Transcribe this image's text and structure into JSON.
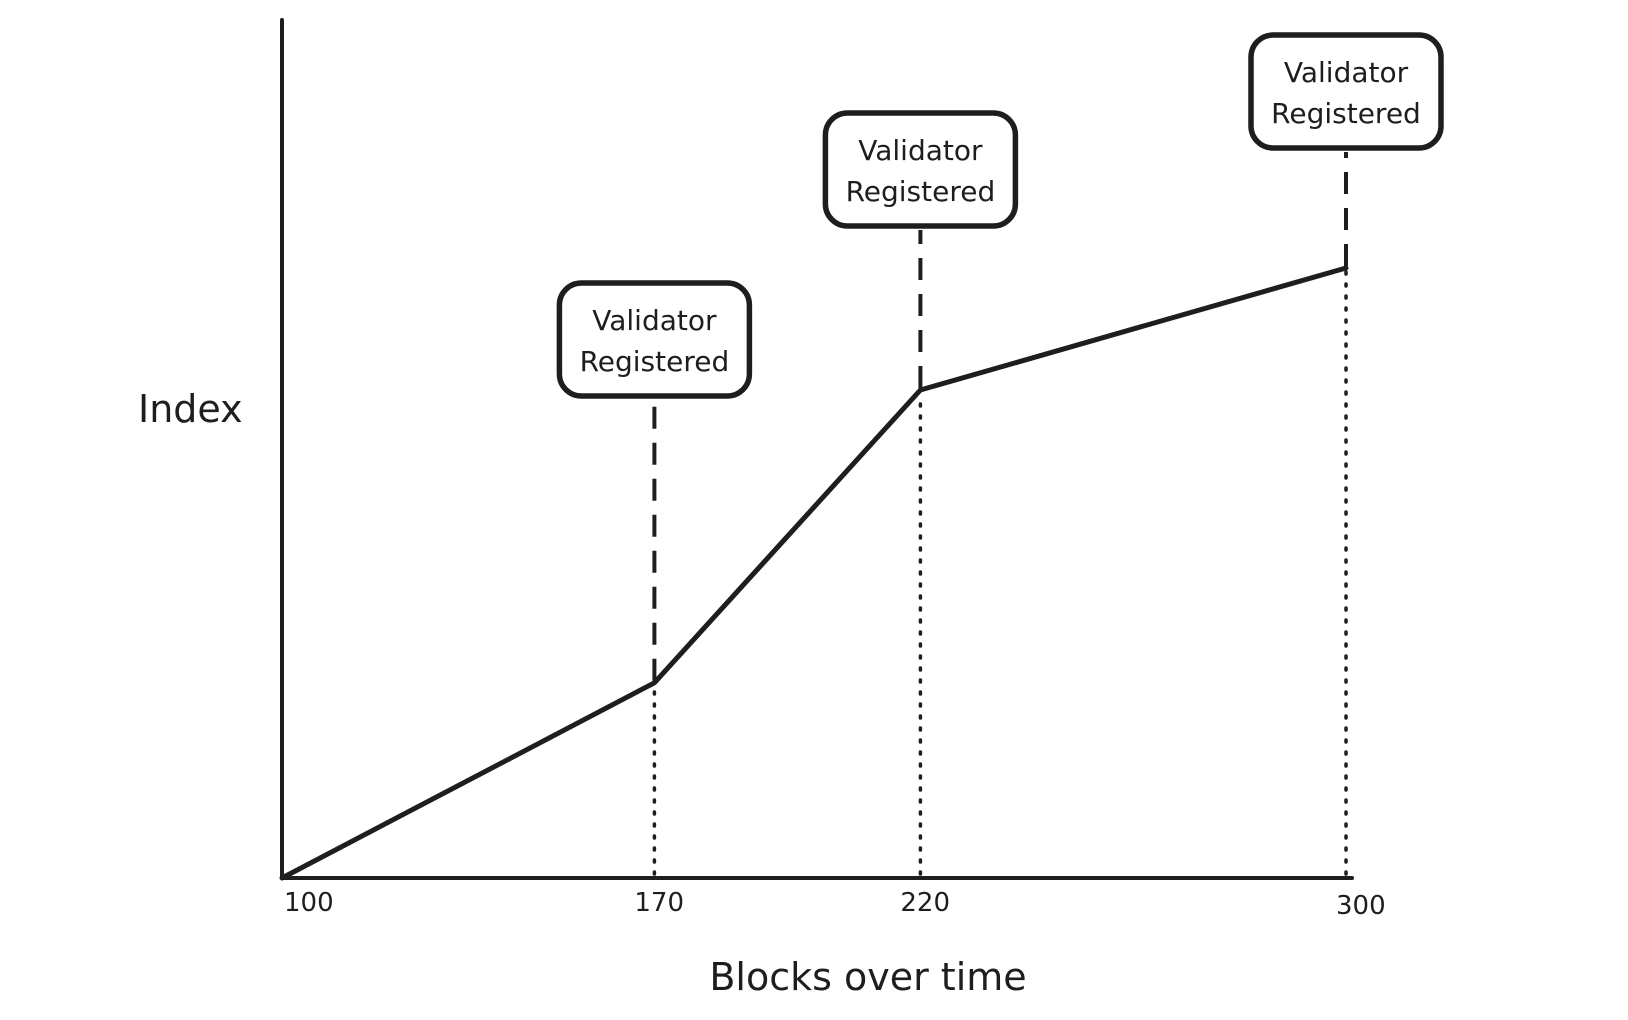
{
  "chart_data": {
    "type": "line",
    "title": "",
    "xlabel": "Blocks over time",
    "ylabel": "Index",
    "x": [
      100,
      170,
      220,
      300
    ],
    "xticks": [
      "100",
      "170",
      "220",
      "300"
    ],
    "xlim": [
      100,
      300
    ],
    "ylim": [
      0,
      1
    ],
    "grid": false,
    "series": [
      {
        "values": [
          0,
          0.32,
          0.8,
          1.0
        ]
      }
    ],
    "annotations": [
      {
        "x": 170,
        "lines": [
          "Validator",
          "Registered"
        ]
      },
      {
        "x": 220,
        "lines": [
          "Validator",
          "Registered"
        ]
      },
      {
        "x": 300,
        "lines": [
          "Validator",
          "Registered"
        ]
      }
    ],
    "colors": {
      "ink": "#1e1e1e",
      "background": "#ffffff"
    }
  }
}
